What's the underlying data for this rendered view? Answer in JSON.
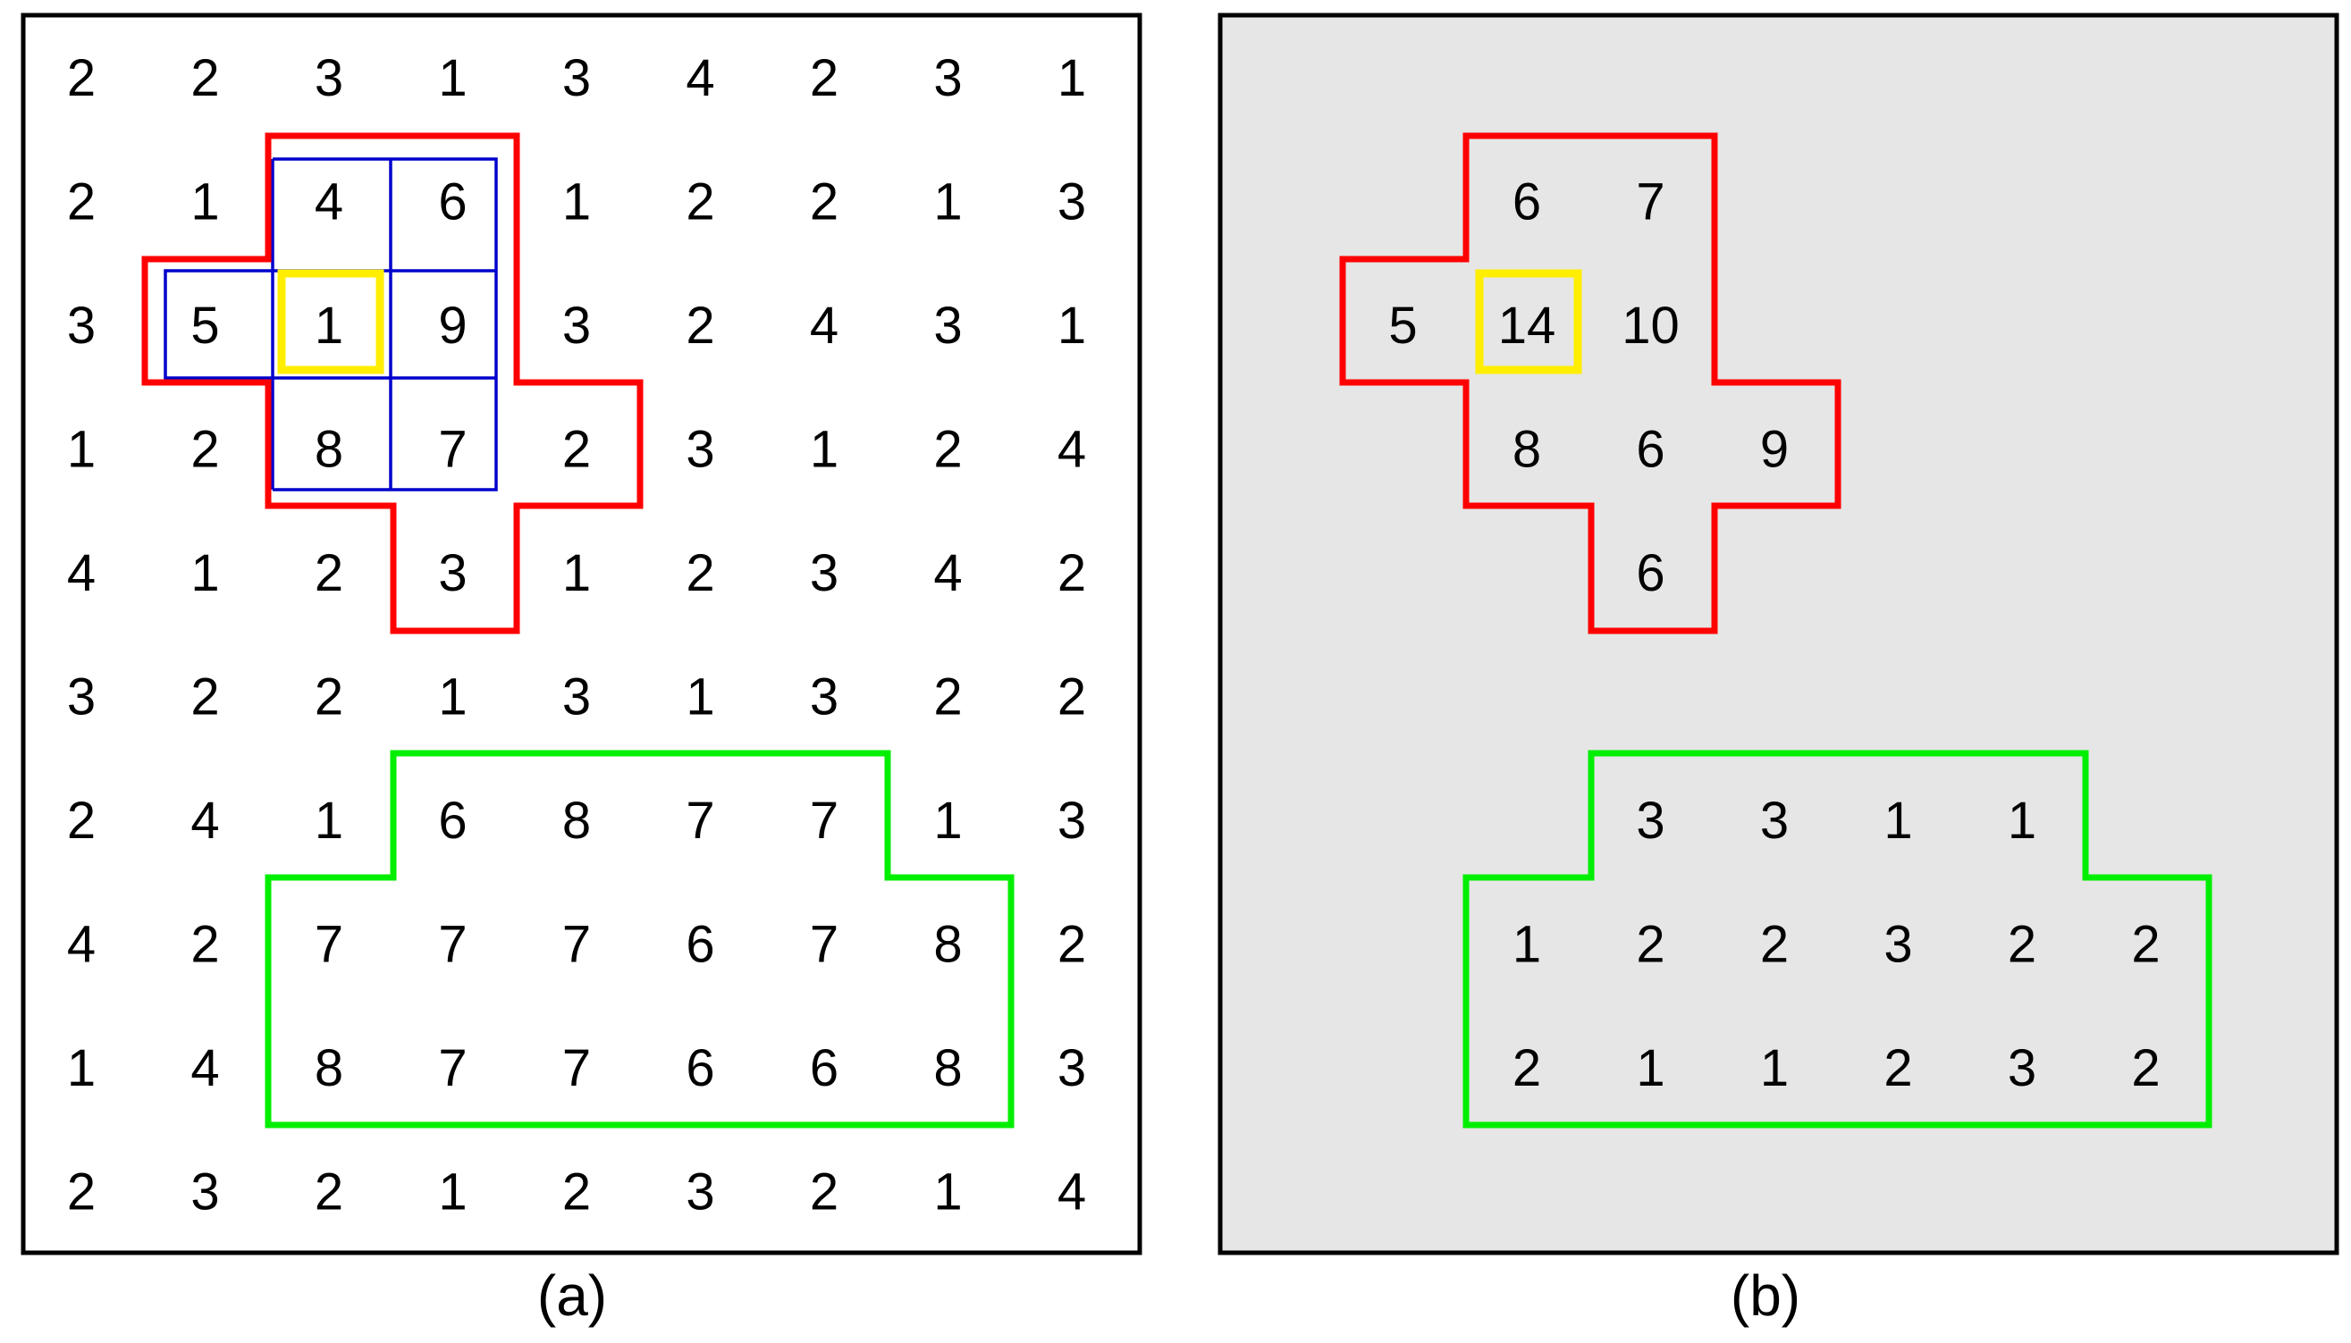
{
  "panel_a": {
    "caption": "(a)",
    "background": "#ffffff",
    "grid": [
      [
        2,
        2,
        3,
        1,
        3,
        4,
        2,
        3,
        1
      ],
      [
        2,
        1,
        4,
        6,
        1,
        2,
        2,
        1,
        3
      ],
      [
        3,
        5,
        1,
        9,
        3,
        2,
        4,
        3,
        1
      ],
      [
        1,
        2,
        8,
        7,
        2,
        3,
        1,
        2,
        4
      ],
      [
        4,
        1,
        2,
        3,
        1,
        2,
        3,
        4,
        2
      ],
      [
        3,
        2,
        2,
        1,
        3,
        1,
        3,
        2,
        2
      ],
      [
        2,
        4,
        1,
        6,
        8,
        7,
        7,
        1,
        3
      ],
      [
        4,
        2,
        7,
        7,
        7,
        6,
        7,
        8,
        2
      ],
      [
        1,
        4,
        8,
        7,
        7,
        6,
        6,
        8,
        3
      ],
      [
        2,
        3,
        2,
        1,
        2,
        3,
        2,
        1,
        4
      ]
    ]
  },
  "panel_b": {
    "caption": "(b)",
    "background": "#e6e6e6",
    "cells": [
      {
        "r": 1,
        "c": 2,
        "v": 6
      },
      {
        "r": 1,
        "c": 3,
        "v": 7
      },
      {
        "r": 2,
        "c": 1,
        "v": 5
      },
      {
        "r": 2,
        "c": 2,
        "v": 14
      },
      {
        "r": 2,
        "c": 3,
        "v": 10
      },
      {
        "r": 3,
        "c": 2,
        "v": 8
      },
      {
        "r": 3,
        "c": 3,
        "v": 6
      },
      {
        "r": 3,
        "c": 4,
        "v": 9
      },
      {
        "r": 4,
        "c": 3,
        "v": 6
      },
      {
        "r": 6,
        "c": 3,
        "v": 3
      },
      {
        "r": 6,
        "c": 4,
        "v": 3
      },
      {
        "r": 6,
        "c": 5,
        "v": 1
      },
      {
        "r": 6,
        "c": 6,
        "v": 1
      },
      {
        "r": 7,
        "c": 2,
        "v": 1
      },
      {
        "r": 7,
        "c": 3,
        "v": 2
      },
      {
        "r": 7,
        "c": 4,
        "v": 2
      },
      {
        "r": 7,
        "c": 5,
        "v": 3
      },
      {
        "r": 7,
        "c": 6,
        "v": 2
      },
      {
        "r": 7,
        "c": 7,
        "v": 2
      },
      {
        "r": 8,
        "c": 2,
        "v": 2
      },
      {
        "r": 8,
        "c": 3,
        "v": 1
      },
      {
        "r": 8,
        "c": 4,
        "v": 1
      },
      {
        "r": 8,
        "c": 5,
        "v": 2
      },
      {
        "r": 8,
        "c": 6,
        "v": 3
      },
      {
        "r": 8,
        "c": 7,
        "v": 2
      }
    ]
  },
  "colors": {
    "red_region": "#ff0000",
    "green_region": "#00ee00",
    "blue_window": "#0000cc",
    "yellow_cell": "#ffee00",
    "frame": "#000000"
  }
}
